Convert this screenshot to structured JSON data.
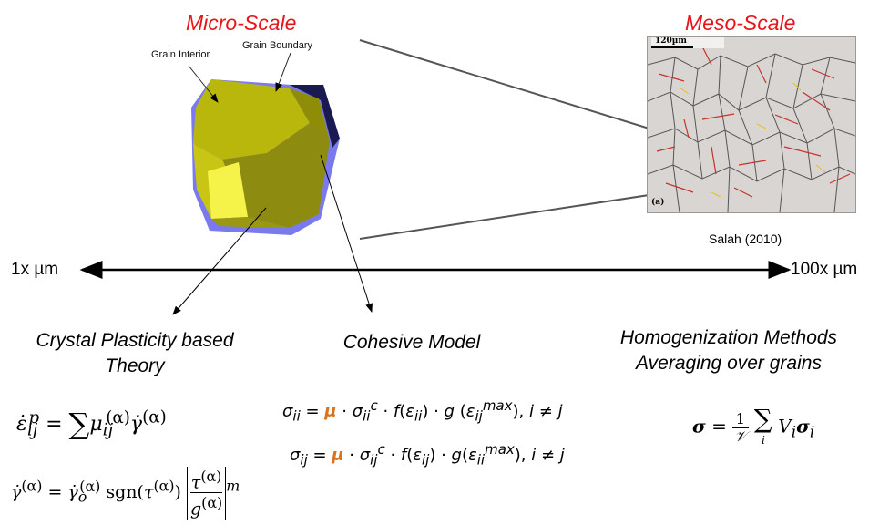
{
  "micro": {
    "title": "Micro-Scale",
    "grain_boundary_label": "Grain Boundary",
    "grain_interior_label": "Grain Interior"
  },
  "meso": {
    "title": "Meso-Scale",
    "scale_bar": "120µm",
    "panel_tag": "(a)",
    "credit": "Salah (2010)"
  },
  "axis": {
    "left_label": "1x µm",
    "right_label": "100x µm"
  },
  "sections": {
    "crystal_plasticity": "Crystal Plasticity based Theory",
    "cohesive_model": "Cohesive Model",
    "homogenization_line1": "Homogenization Methods",
    "homogenization_line2": "Averaging over grains"
  },
  "colors": {
    "title_red": "#e8141b",
    "grain_yellow": "#b9b70c",
    "grain_boundary_blue": "#7a7aee",
    "mu_orange": "#d9731f"
  }
}
